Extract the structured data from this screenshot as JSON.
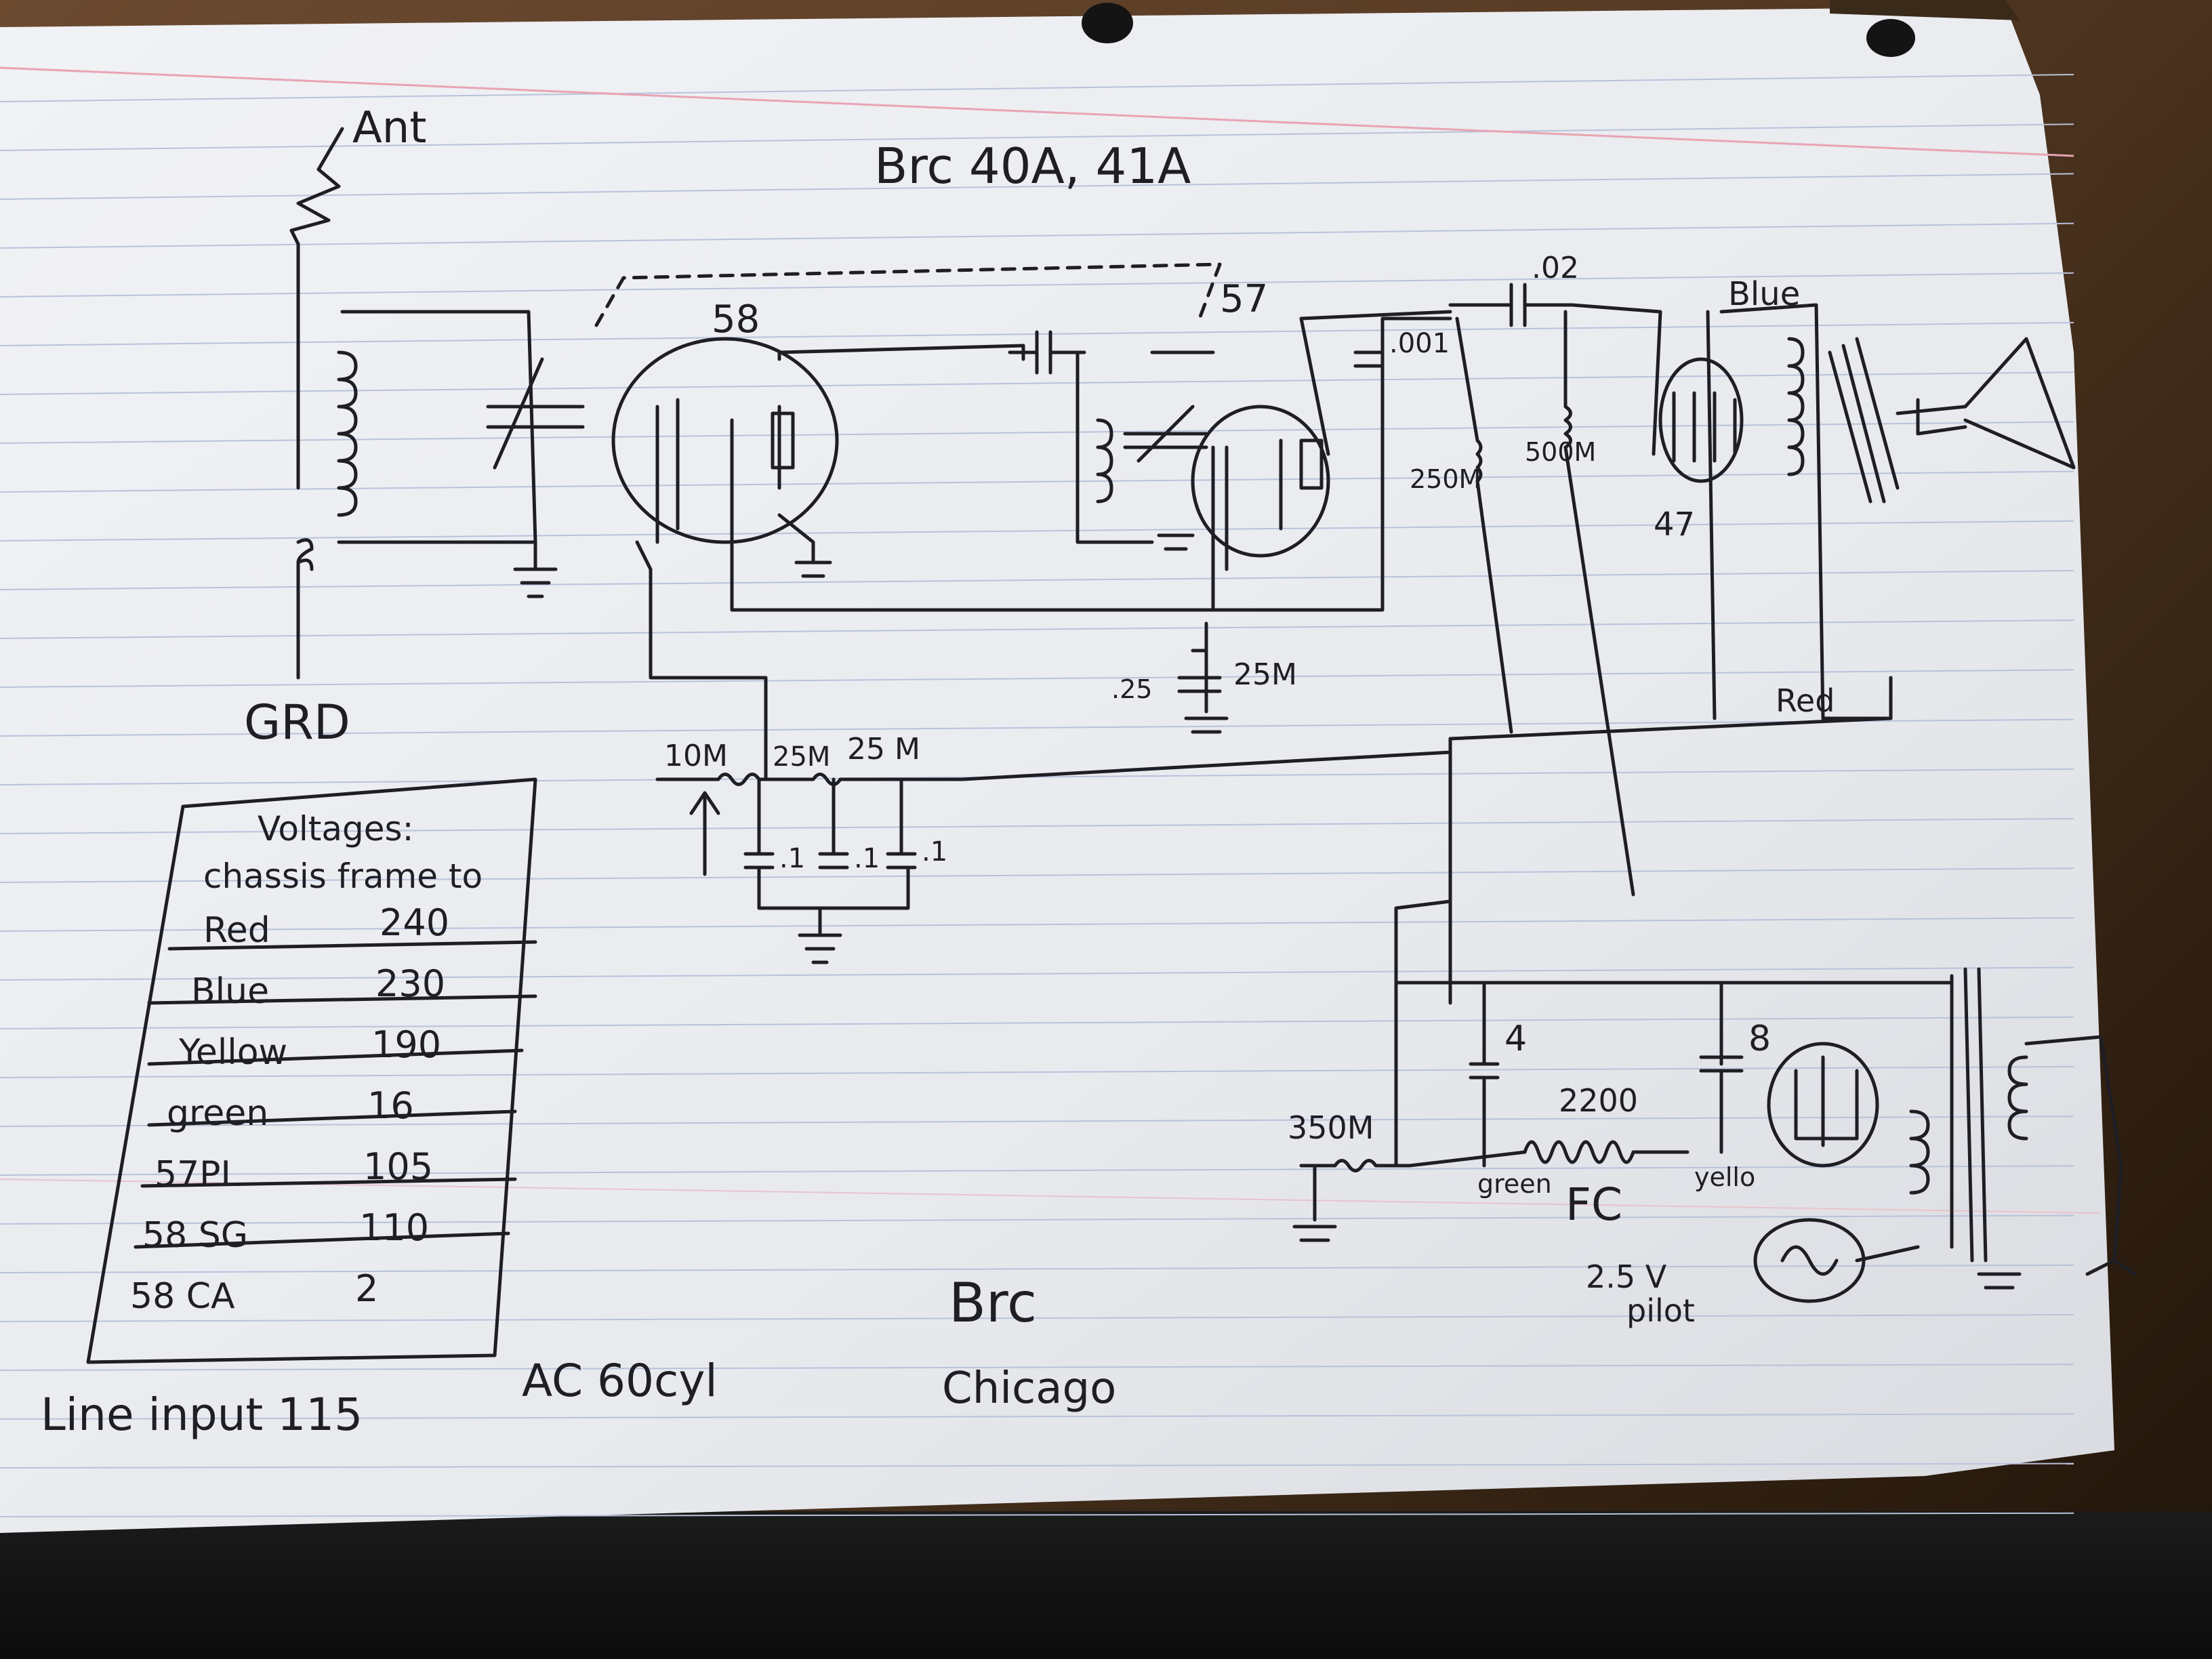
{
  "diagram": {
    "title": "Brc 40A, 41A",
    "footer_brand": "Brc",
    "footer_city": "Chicago",
    "line_input": "Line input 115",
    "line_ac": "AC 60cyl",
    "antenna_label": "Ant",
    "ground_label": "GRD",
    "tubes": [
      "58",
      "57",
      "47"
    ],
    "leads": {
      "blue": "Blue",
      "red": "Red",
      "green": "green",
      "yellow": "yello"
    },
    "component_values": {
      "coupling_cap": ".02",
      "plate_cap": ".001",
      "r_250m": "250M",
      "r_500m": "500M",
      "r_25m_cathode": "25M",
      "c_25_cathode": ".25",
      "r_10m": "10M",
      "r_25m_a": "25M",
      "r_25m_b": "25 M",
      "c_bypass_1": ".1",
      "c_bypass_2": ".1",
      "c_bypass_3": ".1",
      "filter_cap_1": "4",
      "filter_cap_2": "8",
      "r_350m": "350M",
      "field_coil_ohms": "2200",
      "field_coil": "FC",
      "pilot_voltage": "2.5 V",
      "pilot": "pilot"
    },
    "voltages_table": {
      "heading_1": "Voltages:",
      "heading_2": "chassis frame to",
      "rows": [
        {
          "label": "Red",
          "value": "240"
        },
        {
          "label": "Blue",
          "value": "230"
        },
        {
          "label": "Yellow",
          "value": "190"
        },
        {
          "label": "green",
          "value": "16"
        },
        {
          "label": "57PL",
          "value": "105"
        },
        {
          "label": "58 SG",
          "value": "110"
        },
        {
          "label": "58 CA",
          "value": "2"
        }
      ]
    },
    "colors": {
      "paper": "#eceef2",
      "ink": "#1e1e24",
      "rule_line": "#b9c2da",
      "margin_line": "#e8a4b4"
    }
  }
}
